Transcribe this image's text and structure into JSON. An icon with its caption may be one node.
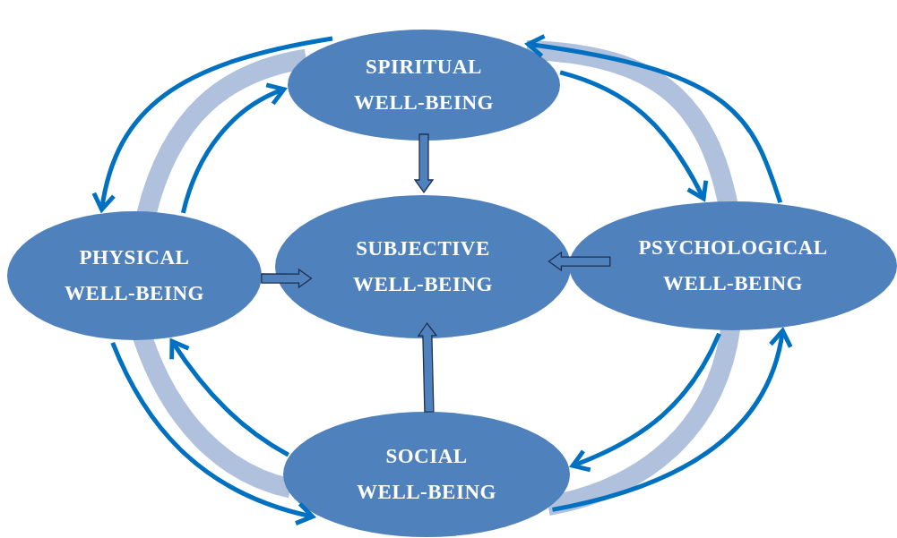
{
  "diagram": {
    "nodes": [
      {
        "text": [
          "SPIRITUAL WELL-BEING"
        ]
      },
      {
        "text": [
          "PHYSICAL WELL-BEING"
        ]
      },
      {
        "text": [
          "SUBJECTIVE WELL-BEING"
        ]
      },
      {
        "text": [
          "PSYCHOLOGICAL WELL-BEING"
        ]
      },
      {
        "text": [
          "SOCIAL WELL-BEING"
        ]
      }
    ],
    "edges": [
      {
        "from": 0,
        "to": 2,
        "arrow": "to",
        "style": "thick",
        "color": "#4f81bd"
      },
      {
        "from": 1,
        "to": 2,
        "arrow": "to",
        "style": "thick",
        "color": "#4f81bd"
      },
      {
        "from": 3,
        "to": 2,
        "arrow": "to",
        "style": "thick",
        "color": "#4f81bd"
      },
      {
        "from": 4,
        "to": 2,
        "arrow": "to",
        "style": "thick",
        "color": "#4f81bd"
      },
      {
        "from": 0,
        "to": 1,
        "arrow": "to"
      },
      {
        "from": 1,
        "to": 0,
        "arrow": "to"
      },
      {
        "from": 0,
        "to": 3,
        "arrow": "to"
      },
      {
        "from": 3,
        "to": 0,
        "arrow": "to"
      },
      {
        "from": 3,
        "to": 4,
        "arrow": "to"
      },
      {
        "from": 4,
        "to": 3,
        "arrow": "to"
      },
      {
        "from": 4,
        "to": 1,
        "arrow": "to"
      },
      {
        "from": 1,
        "to": 4,
        "arrow": "to"
      },
      {
        "from": 1,
        "to": 0,
        "arrow": "none",
        "style": "thick",
        "color": "#b0c1dd"
      },
      {
        "from": 0,
        "to": 3,
        "arrow": "none",
        "style": "thick",
        "color": "#b0c1dd"
      },
      {
        "from": 3,
        "to": 4,
        "arrow": "none",
        "style": "thick",
        "color": "#b0c1dd"
      },
      {
        "from": 4,
        "to": 1,
        "arrow": "none",
        "style": "thick",
        "color": "#b0c1dd"
      }
    ]
  }
}
